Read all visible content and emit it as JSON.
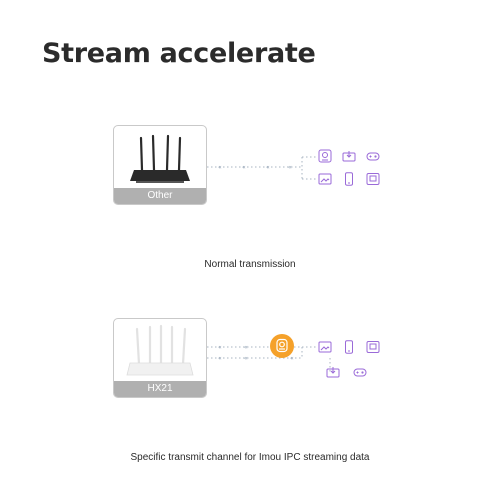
{
  "title": "Stream accelerate",
  "section_normal": {
    "router_label": "Other",
    "caption": "Normal transmission",
    "devices": [
      "camera-icon",
      "tv-box-icon",
      "gamepad-icon",
      "photo-frame-icon",
      "phone-icon",
      "tablet-icon"
    ]
  },
  "section_hx21": {
    "router_label": "HX21",
    "caption": "Specific transmit channel for Imou IPC streaming data",
    "accelerator": "camera-accelerator-icon",
    "devices": [
      "photo-frame-icon",
      "phone-icon",
      "tablet-icon",
      "tv-box-icon",
      "gamepad-icon"
    ]
  },
  "colors": {
    "device": "#9a6ad8",
    "line": "#a8b4c2",
    "accelerator": "#f5a12a",
    "label_bar": "#b0b0b0",
    "dark_router": "#2a2a2a",
    "white_router": "#eeeeee"
  }
}
